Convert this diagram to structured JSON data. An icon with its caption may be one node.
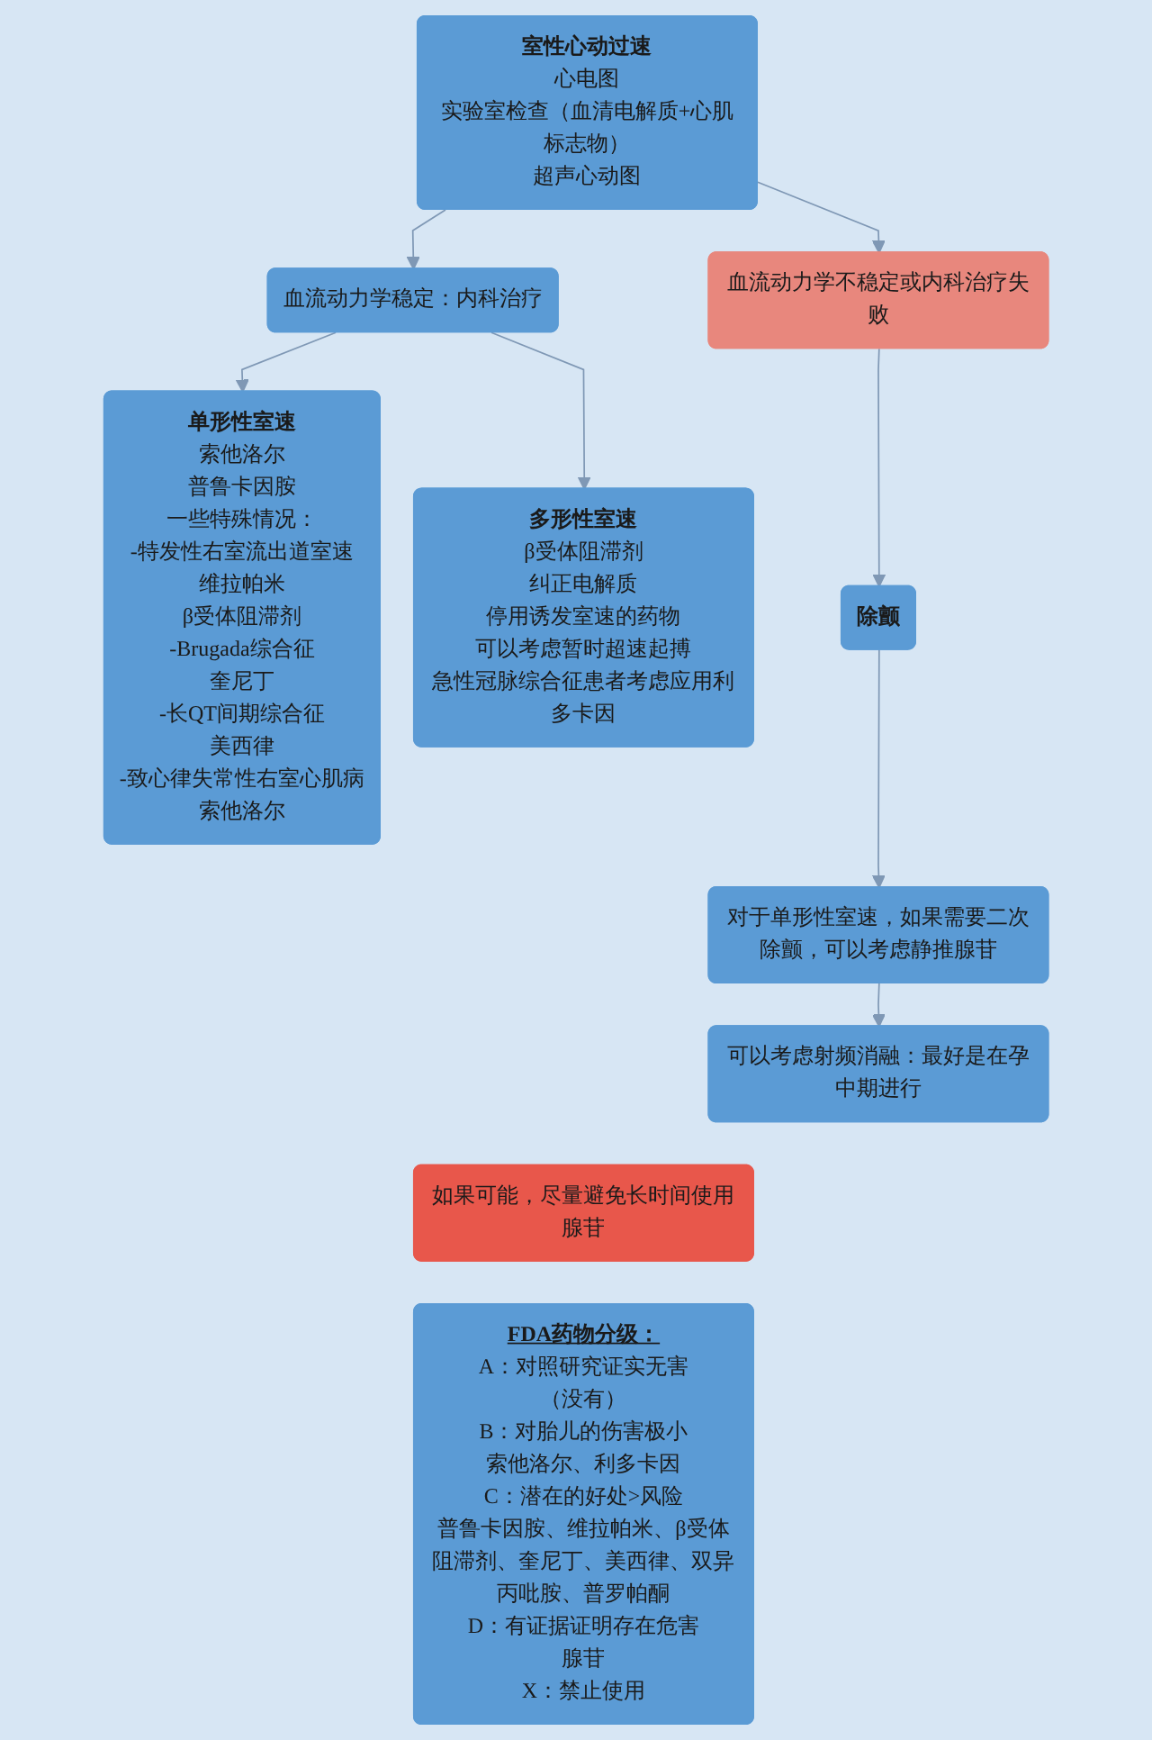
{
  "diagram": {
    "nodes": [
      {
        "text": [
          "室性心动过速",
          "心电图",
          "实验室检查（血清电解质+心肌标志物）",
          "超声心动图"
        ]
      },
      {
        "text": [
          "血流动力学稳定：内科治疗"
        ]
      },
      {
        "text": [
          "血流动力学不稳定或内科治疗失败"
        ]
      },
      {
        "text": [
          "单形性室速",
          "索他洛尔",
          "普鲁卡因胺",
          "一些特殊情况：",
          "-特发性右室流出道室速",
          "维拉帕米",
          "β受体阻滞剂",
          "-Brugada综合征",
          "奎尼丁",
          "-长QT间期综合征",
          "美西律",
          "-致心律失常性右室心肌病",
          "索他洛尔"
        ]
      },
      {
        "text": [
          "多形性室速",
          "β受体阻滞剂",
          "纠正电解质",
          "停用诱发室速的药物",
          "可以考虑暂时超速起搏",
          "急性冠脉综合征患者考虑应用利多卡因"
        ]
      },
      {
        "text": [
          "除颤"
        ]
      },
      {
        "text": [
          "对于单形性室速，如果需要二次除颤，可以考虑静推腺苷"
        ]
      },
      {
        "text": [
          "可以考虑射频消融：最好是在孕中期进行"
        ]
      },
      {
        "text": [
          "如果可能，尽量避免长时间使用腺苷"
        ]
      },
      {
        "text": [
          "FDA药物分级：",
          "A：对照研究证实无害",
          "（没有）",
          "B：对胎儿的伤害极小",
          "索他洛尔、利多卡因",
          "C：潜在的好处>风险",
          "普鲁卡因胺、维拉帕米、β受体阻滞剂、奎尼丁、美西律、双异丙吡胺、普罗帕酮",
          "D：有证据证明存在危害",
          "腺苷",
          "X：禁止使用"
        ]
      }
    ],
    "edges": [
      {
        "from": 0,
        "to": 1,
        "arrow": "to"
      },
      {
        "from": 0,
        "to": 2,
        "arrow": "to"
      },
      {
        "from": 1,
        "to": 3,
        "arrow": "to"
      },
      {
        "from": 1,
        "to": 4,
        "arrow": "to"
      },
      {
        "from": 2,
        "to": 5,
        "arrow": "to"
      },
      {
        "from": 5,
        "to": 6,
        "arrow": "to"
      },
      {
        "from": 6,
        "to": 7,
        "arrow": "to"
      }
    ]
  }
}
